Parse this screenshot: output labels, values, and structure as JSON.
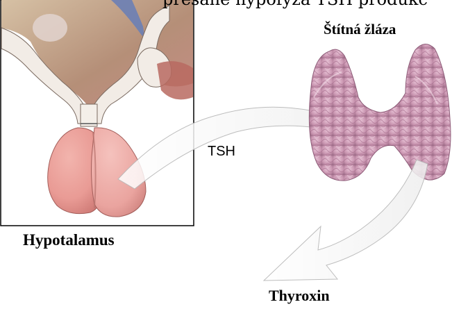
{
  "top_caption_fragment": "presane hypofyza TSH produkc",
  "labels": {
    "thyroid": "Štítná žláza",
    "hypothalamus": "Hypotalamus",
    "hormone": "TSH",
    "product": "Thyroxin"
  }
}
